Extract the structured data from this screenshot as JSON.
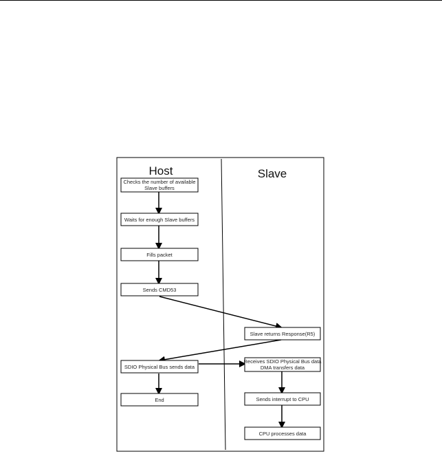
{
  "lanes": {
    "host": "Host",
    "slave": "Slave"
  },
  "host_steps": {
    "check_buffers": [
      "Checks the number of available",
      "Slave buffers"
    ],
    "wait_buffers": "Waits for enough Slave buffers",
    "fill_packet": "Fills packet",
    "send_cmd": "Sends CMD53",
    "host_sends": "SDIO Physical Bus sends data",
    "end": "End"
  },
  "slave_steps": {
    "response": "Slave returns Response(R5)",
    "receive": [
      "Receives SDIO Physical Bus data",
      "DMA transfers data"
    ],
    "interrupt": "Sends interrupt to CPU",
    "cpu_process": "CPU processes data"
  },
  "colors": {
    "line": "#000000",
    "box_fill": "#ffffff",
    "frame": "#000000"
  }
}
